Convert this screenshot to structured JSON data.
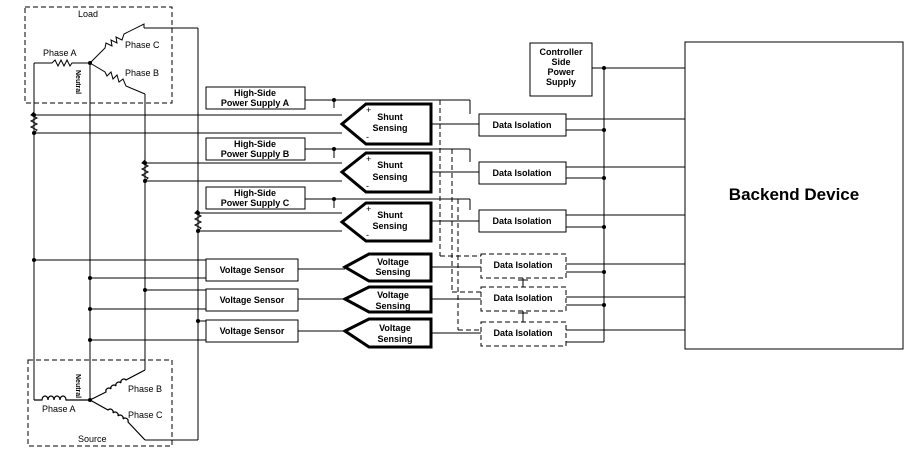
{
  "load": {
    "title": "Load",
    "phase_a": "Phase A",
    "phase_b": "Phase B",
    "phase_c": "Phase C",
    "neutral": "Neutral"
  },
  "source": {
    "title": "Source",
    "phase_a": "Phase A",
    "phase_b": "Phase B",
    "phase_c": "Phase C",
    "neutral": "Neutral"
  },
  "controller_supply": [
    "Controller",
    "Side",
    "Power",
    "Supply"
  ],
  "hs_supply_a": [
    "High-Side",
    "Power Supply A"
  ],
  "hs_supply_b": [
    "High-Side",
    "Power Supply B"
  ],
  "hs_supply_c": [
    "High-Side",
    "Power Supply C"
  ],
  "shunt_label": [
    "Shunt",
    "Sensing"
  ],
  "voltage_sensing_label": [
    "Voltage",
    "Sensing"
  ],
  "voltage_sensor": "Voltage Sensor",
  "data_isolation": "Data Isolation",
  "backend": "Backend Device",
  "plus": "+",
  "minus": "-"
}
